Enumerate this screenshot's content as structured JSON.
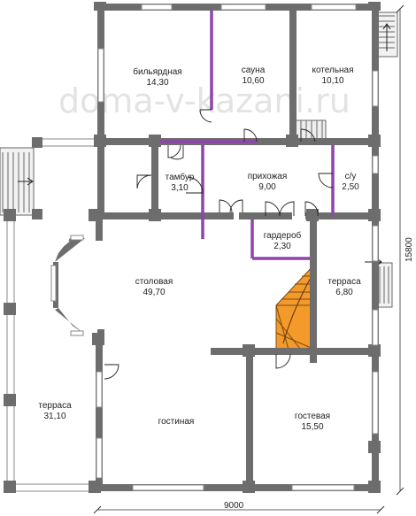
{
  "watermark": "doma-v-kazani.ru",
  "rooms": [
    {
      "id": "billiard",
      "name": "бильярдная",
      "area": "14,30"
    },
    {
      "id": "sauna",
      "name": "сауна",
      "area": "10,60"
    },
    {
      "id": "boiler",
      "name": "котельная",
      "area": "10,10"
    },
    {
      "id": "tambur",
      "name": "тамбур",
      "area": "3,10"
    },
    {
      "id": "hall",
      "name": "прихожая",
      "area": "9,00"
    },
    {
      "id": "wc",
      "name": "с/у",
      "area": "2,50"
    },
    {
      "id": "wardrobe",
      "name": "гардероб",
      "area": "2,30"
    },
    {
      "id": "dining",
      "name": "столовая",
      "area": "49,70"
    },
    {
      "id": "terrace-right",
      "name": "терраса",
      "area": "6,80"
    },
    {
      "id": "terrace-left",
      "name": "терраса",
      "area": "31,10"
    },
    {
      "id": "living",
      "name": "гостиная",
      "area": ""
    },
    {
      "id": "guest",
      "name": "гостевая",
      "area": "15,50"
    }
  ],
  "dimensions": {
    "width": "9000",
    "height": "15800"
  },
  "colors": {
    "wall": "#6d6d6d",
    "partition": "#8e44ad",
    "stair": "#f39a2b"
  }
}
